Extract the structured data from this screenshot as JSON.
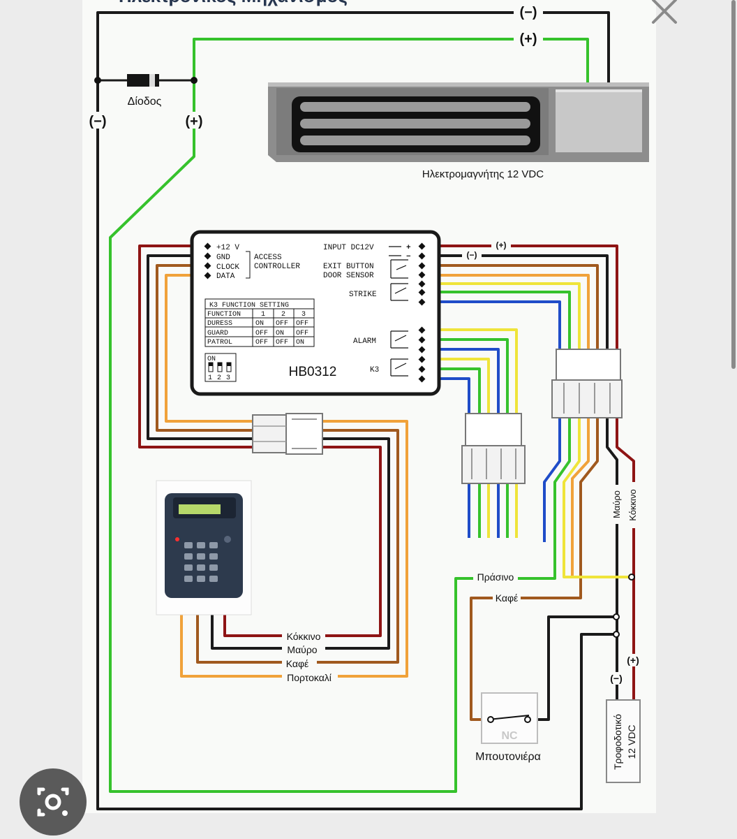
{
  "viewer": {
    "close_icon": "close-icon",
    "lens_icon": "google-lens-icon",
    "header_partial_text": "Ηλεκτρονικός Μηχανισμός"
  },
  "diagram": {
    "polarity": {
      "minus": "(−)",
      "plus": "(+)"
    },
    "diode_label": "Δίοδος",
    "magnet_label": "Ηλεκτρομαγνήτης 12 VDC",
    "controller": {
      "model": "HB0312",
      "left_terminals": [
        "+12 V",
        "GND",
        "CLOCK",
        "DATA"
      ],
      "access_controller": [
        "ACCESS",
        "CONTROLLER"
      ],
      "input_label": "INPUT DC12V",
      "input_signs": [
        "+",
        "−"
      ],
      "exit_button": "EXIT BUTTON",
      "door_sensor": "DOOR SENSOR",
      "strike": "STRIKE",
      "alarm": "ALARM",
      "k3": "K3",
      "dip": {
        "on": "ON",
        "numbers": [
          "1",
          "2",
          "3"
        ]
      },
      "function_table": {
        "title": "K3  FUNCTION  SETTING",
        "header": [
          "FUNCTION",
          "1",
          "2",
          "3"
        ],
        "rows": [
          [
            "DURESS",
            "ON",
            "OFF",
            "OFF"
          ],
          [
            "GUARD",
            "OFF",
            "ON",
            "OFF"
          ],
          [
            "PATROL",
            "OFF",
            "OFF",
            "ON"
          ]
        ]
      }
    },
    "keypad_wires": [
      "Κόκκινο",
      "Μαύρο",
      "Καφέ",
      "Πορτοκαλί"
    ],
    "wire_labels": {
      "green": "Πράσινο",
      "brown": "Καφέ",
      "black": "Μαύρο",
      "red": "Κόκκινο"
    },
    "button": {
      "contact": "NC",
      "label": "Μπουτονιέρα"
    },
    "power_supply": {
      "line1": "Τροφοδοτικό",
      "line2": "12 VDC"
    },
    "wire_colors": {
      "red": "#8e1414",
      "black": "#1a1a1a",
      "brown": "#a0591e",
      "orange": "#f0a23a",
      "yellow": "#efe43a",
      "green": "#36c22c",
      "blue": "#1f4cc8"
    }
  }
}
